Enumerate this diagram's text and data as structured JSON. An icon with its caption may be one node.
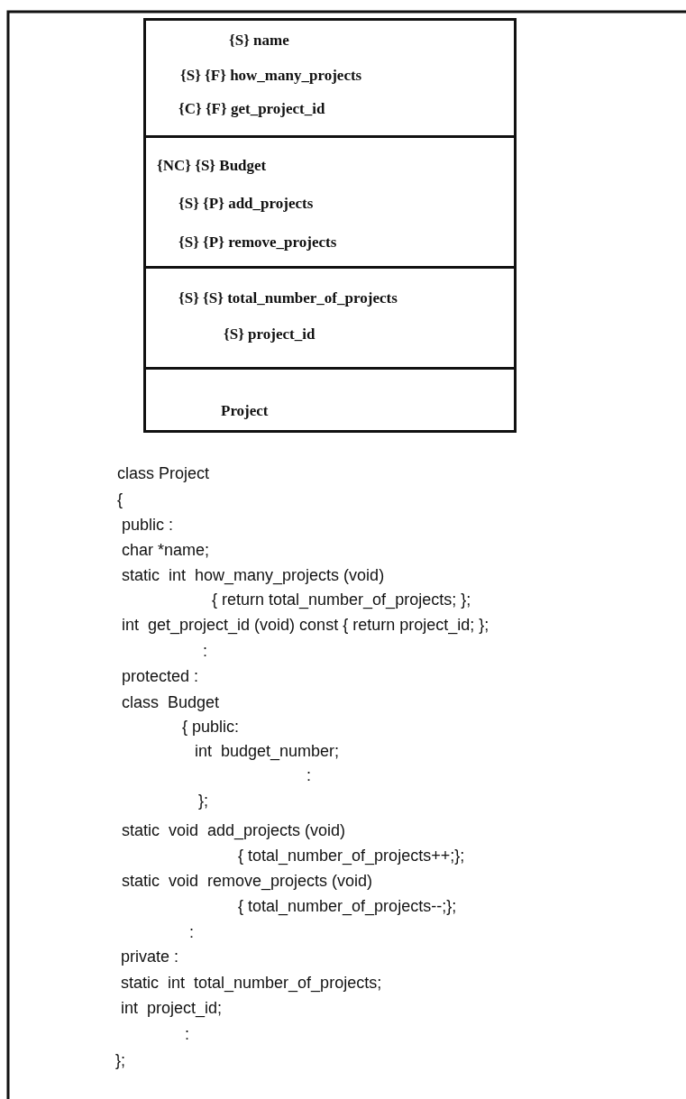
{
  "diagram": {
    "nodes": [
      {
        "text": [],
        "shape": "box"
      },
      {
        "text": [
          "{S} name",
          "{S} {F} how_many_projects",
          "{C} {F} get_project_id"
        ],
        "in": 0
      },
      {
        "text": [
          "{NC} {S} Budget",
          "{S} {P} add_projects",
          "{S} {P} remove_projects"
        ],
        "in": 0
      },
      {
        "text": [
          "{S} {S} total_number_of_projects",
          "{S} project_id"
        ],
        "in": 0
      },
      {
        "text": [
          "Project"
        ],
        "in": 0
      }
    ],
    "labels": [
      "class Project",
      "{",
      "public :",
      "char *name;",
      "static  int  how_many_projects (void)",
      "{ return total_number_of_projects; };",
      "int  get_project_id (void) const { return project_id; };",
      ":",
      "protected :",
      "class  Budget",
      "{ public:",
      "int  budget_number;",
      ":",
      "};",
      "static  void  add_projects (void)",
      "{ total_number_of_projects++;};",
      "static  void  remove_projects (void)",
      "{ total_number_of_projects--;};",
      ":",
      "private :",
      "static  int  total_number_of_projects;",
      "int  project_id;",
      ":",
      "};"
    ]
  }
}
